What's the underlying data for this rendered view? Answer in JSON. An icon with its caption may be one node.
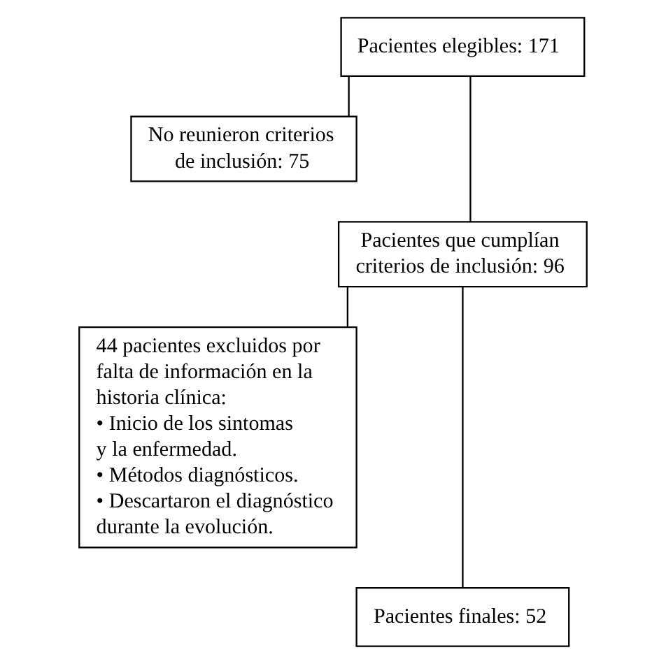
{
  "diagram": {
    "nodes": [
      {
        "text": [
          "Pacientes elegibles: 171"
        ]
      },
      {
        "text": [
          "No reunieron criterios de inclusión: 75"
        ]
      },
      {
        "text": [
          "Pacientes que cumplían criterios de inclusión: 96"
        ]
      },
      {
        "text": [
          "44 pacientes excluidos por falta de información en la historia clínica:",
          "• Inicio de los sintomas y la enfermedad.",
          "• Métodos diagnósticos.",
          "• Descartaron el diagnóstico durante la evolución."
        ]
      },
      {
        "text": [
          "Pacientes finales: 52"
        ]
      }
    ],
    "edges": [
      {
        "from": 0,
        "to": 2,
        "arrow": "none"
      },
      {
        "from": 0,
        "to": 1,
        "arrow": "none"
      },
      {
        "from": 2,
        "to": 4,
        "arrow": "none"
      },
      {
        "from": 2,
        "to": 3,
        "arrow": "none"
      }
    ]
  }
}
